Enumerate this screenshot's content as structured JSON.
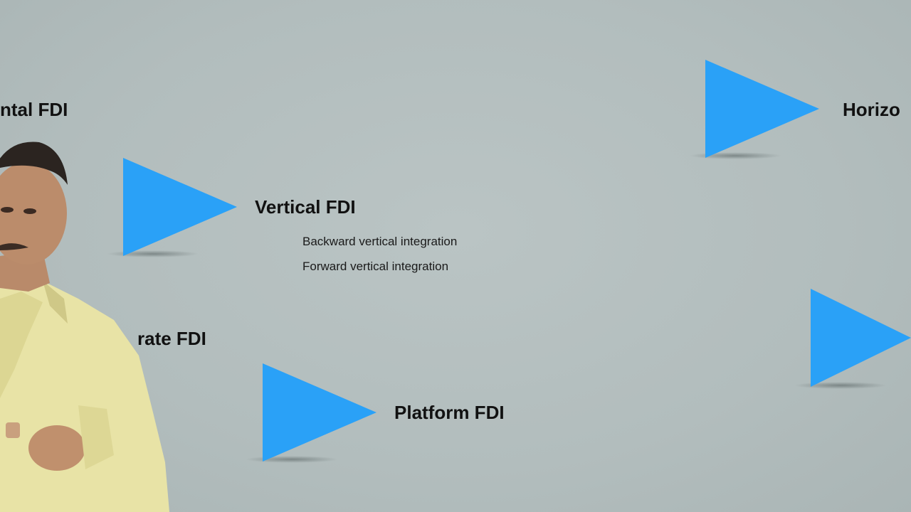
{
  "slide": {
    "items": [
      {
        "label": "ntal FDI"
      },
      {
        "label": "Vertical FDI",
        "subitems": [
          "Backward vertical integration",
          "Forward vertical integration"
        ]
      },
      {
        "label": "rate FDI"
      },
      {
        "label": "Platform FDI"
      },
      {
        "label": "Horizo"
      }
    ]
  },
  "colors": {
    "background": "#b4bfbf",
    "accent": "#2aa1f7",
    "text": "#111111"
  },
  "icons": [
    "play-triangle-icon"
  ]
}
